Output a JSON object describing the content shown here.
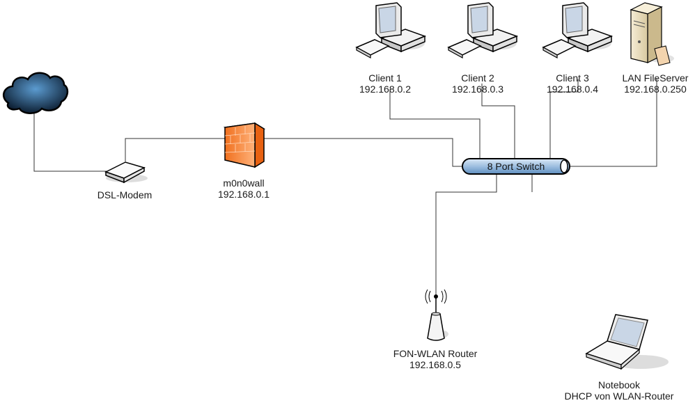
{
  "diagram": {
    "nodes": {
      "internet": {
        "label": "",
        "icon": "cloud-icon"
      },
      "modem": {
        "name": "DSL-Modem",
        "ip": "",
        "icon": "modem-icon"
      },
      "firewall": {
        "name": "m0n0wall",
        "ip": "192.168.0.1",
        "icon": "firewall-icon"
      },
      "switch": {
        "name": "8 Port Switch",
        "icon": "switch-icon"
      },
      "client1": {
        "name": "Client 1",
        "ip": "192.168.0.2",
        "icon": "desktop-computer-icon"
      },
      "client2": {
        "name": "Client 2",
        "ip": "192.168.0.3",
        "icon": "desktop-computer-icon"
      },
      "client3": {
        "name": "Client 3",
        "ip": "192.168.0.4",
        "icon": "desktop-computer-icon"
      },
      "fileserver": {
        "name": "LAN FileServer",
        "ip": "192.168.0.250",
        "icon": "server-icon"
      },
      "wlan": {
        "name": "FON-WLAN Router",
        "ip": "192.168.0.5",
        "icon": "wireless-access-point-icon"
      },
      "notebook": {
        "name": "Notebook",
        "ip": "DHCP von WLAN-Router",
        "icon": "laptop-icon"
      }
    },
    "colors": {
      "line": "#333333",
      "switch_fill": "#8fb3d9",
      "firewall_fill": "#f47a2a",
      "cloud_fill": "#2f5f8a"
    }
  }
}
